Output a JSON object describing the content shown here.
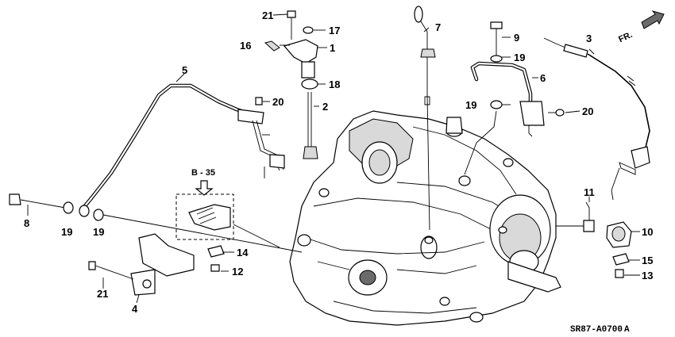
{
  "diagram": {
    "callouts": {
      "c1": "1",
      "c2": "2",
      "c3": "3",
      "c4": "4",
      "c5": "5",
      "c6": "6",
      "c7": "7",
      "c8": "8",
      "c9": "9",
      "c10": "10",
      "c11": "11",
      "c12": "12",
      "c13": "13",
      "c14": "14",
      "c15": "15",
      "c16": "16",
      "c17": "17",
      "c18": "18",
      "c19a": "19",
      "c19b": "19",
      "c19c": "19",
      "c19d": "19",
      "c20a": "20",
      "c20b": "20",
      "c21a": "21",
      "c21b": "21"
    },
    "reference_label": "B - 35",
    "front_label": "FR.",
    "diagram_code": "SR87-A0700",
    "diagram_code_suffix": "A"
  }
}
